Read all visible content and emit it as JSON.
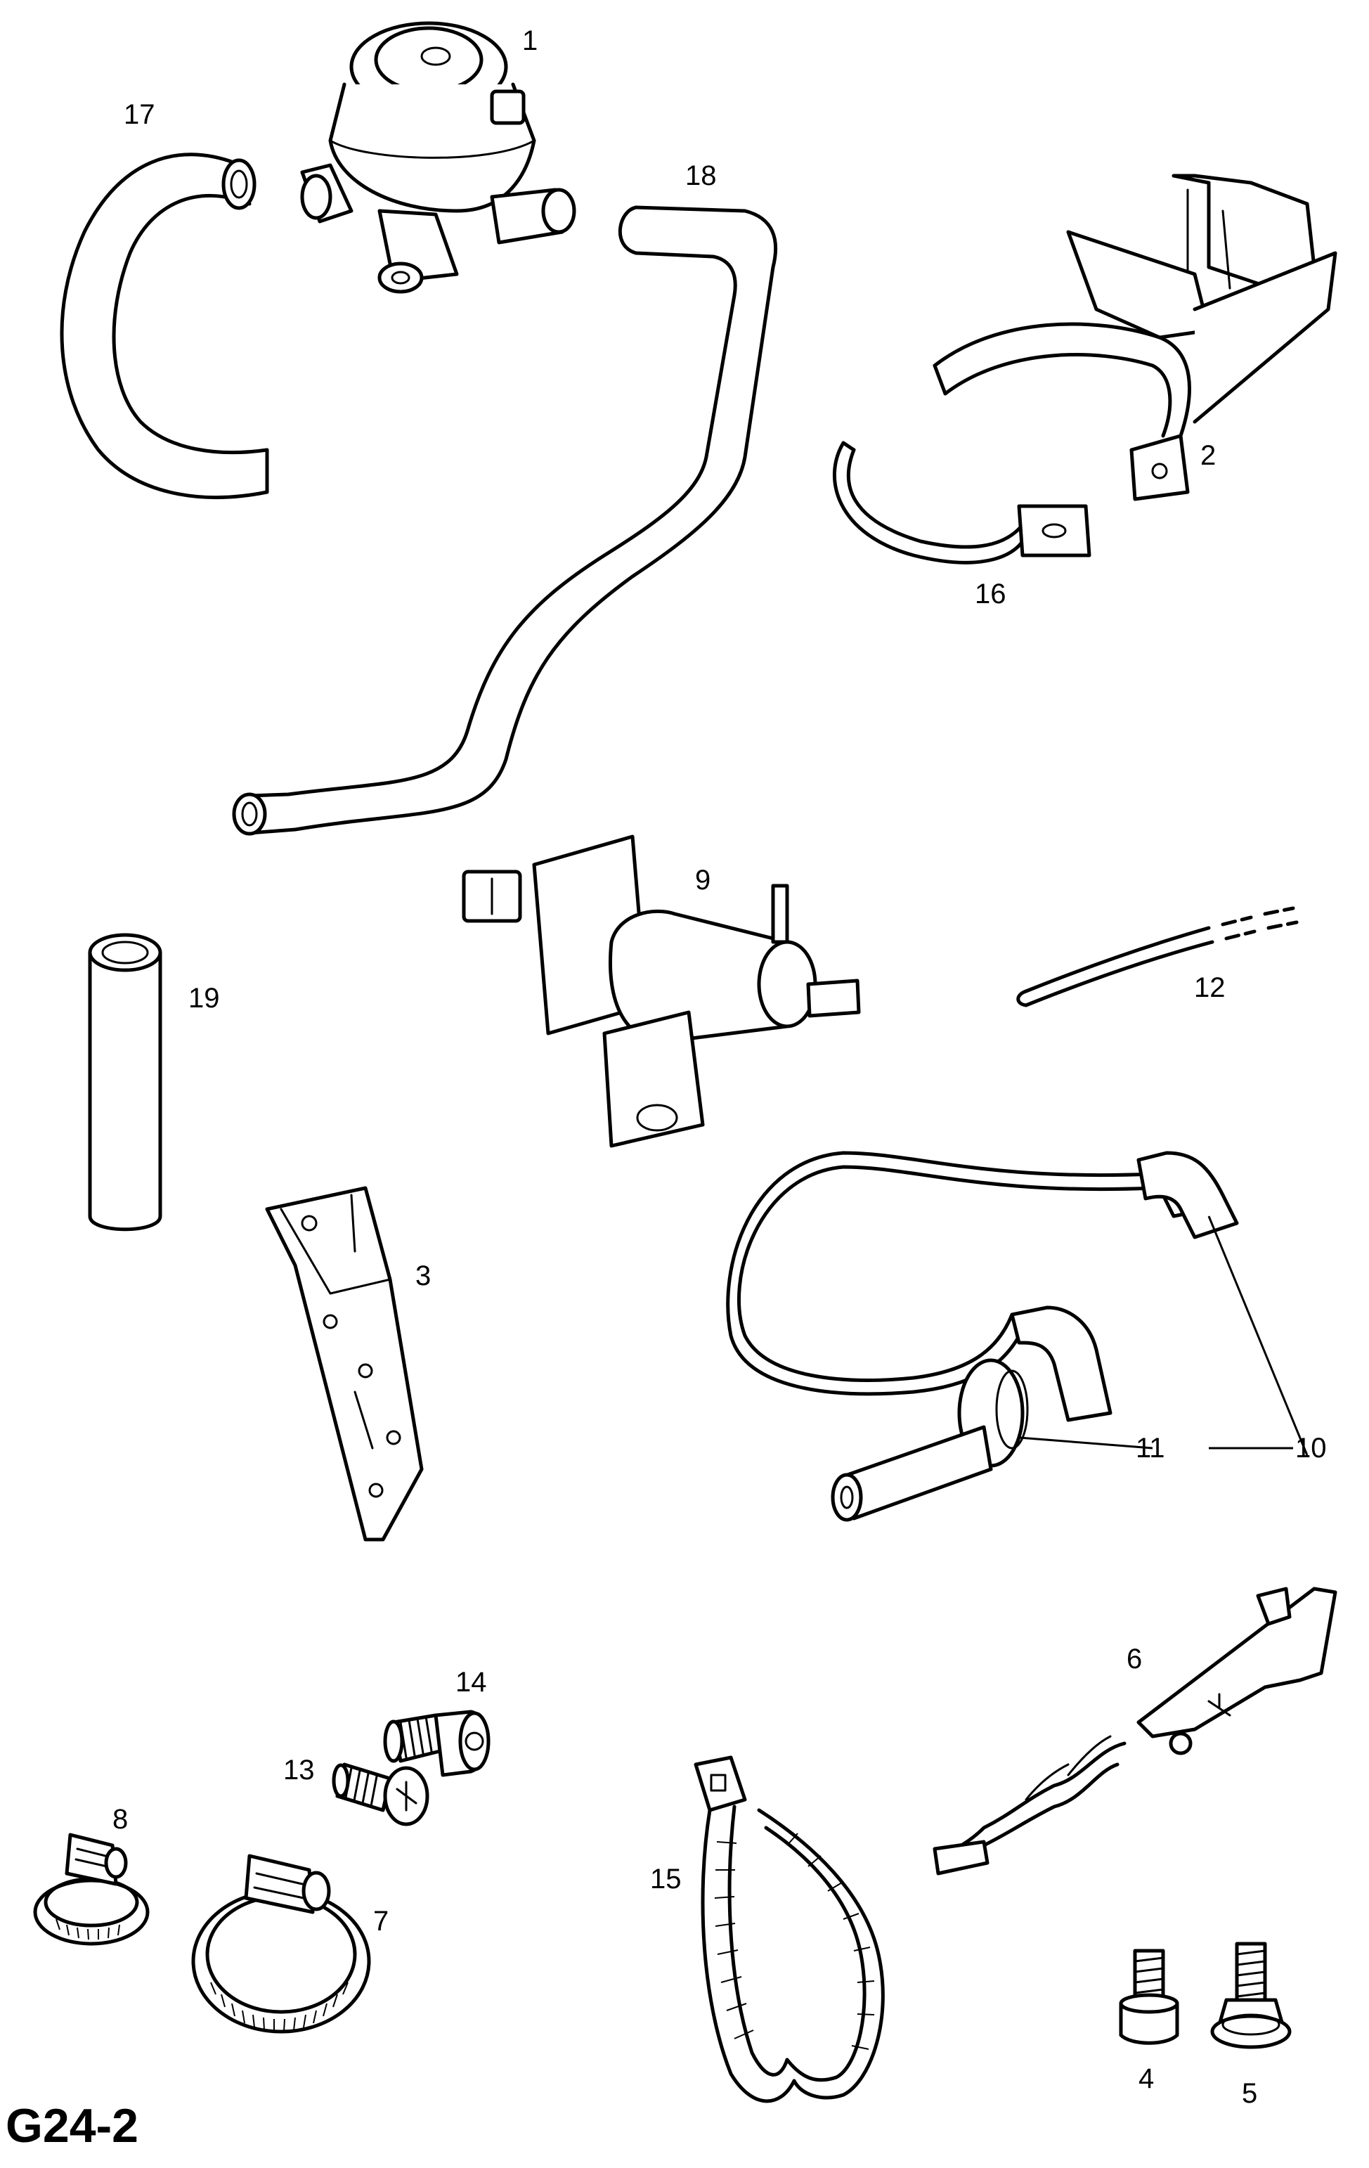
{
  "sheet_id": "G24-2",
  "callouts": [
    {
      "n": "1",
      "part": "valve"
    },
    {
      "n": "2",
      "part": "bracket"
    },
    {
      "n": "3",
      "part": "bracket-plate"
    },
    {
      "n": "4",
      "part": "bolt"
    },
    {
      "n": "5",
      "part": "bolt-flanged"
    },
    {
      "n": "6",
      "part": "clip-strip"
    },
    {
      "n": "7",
      "part": "hose-clamp-large"
    },
    {
      "n": "8",
      "part": "hose-clamp-small"
    },
    {
      "n": "9",
      "part": "solenoid-valve"
    },
    {
      "n": "10",
      "part": "hose-assembly"
    },
    {
      "n": "11",
      "part": "grommet-tube"
    },
    {
      "n": "12",
      "part": "vacuum-line"
    },
    {
      "n": "13",
      "part": "screw"
    },
    {
      "n": "14",
      "part": "screw-socket"
    },
    {
      "n": "15",
      "part": "cable-tie"
    },
    {
      "n": "16",
      "part": "strap"
    },
    {
      "n": "17",
      "part": "hose-curved"
    },
    {
      "n": "18",
      "part": "hose-long"
    },
    {
      "n": "19",
      "part": "hose-straight"
    }
  ]
}
